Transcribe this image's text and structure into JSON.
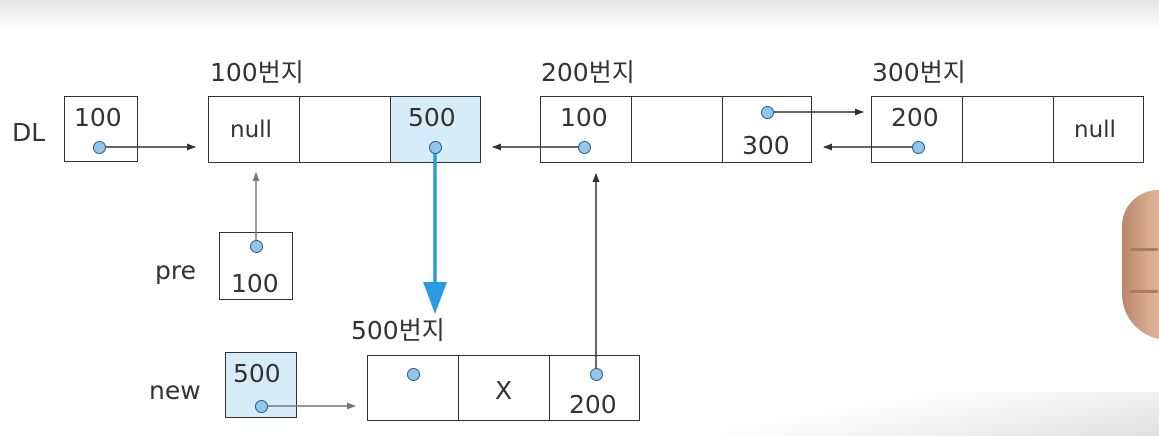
{
  "labels": {
    "dl": "DL",
    "pre": "pre",
    "new": "new",
    "addr100": "100번지",
    "addr200": "200번지",
    "addr300": "300번지",
    "addr500": "500번지"
  },
  "dl_box": {
    "value": "100"
  },
  "pre_box": {
    "value": "100"
  },
  "new_box": {
    "value": "500"
  },
  "node100": {
    "llink": "null",
    "data": "",
    "rlink": "500"
  },
  "node200": {
    "llink": "100",
    "data": "",
    "rlink": "300"
  },
  "node300": {
    "llink": "200",
    "data": "",
    "rlink": "null"
  },
  "node500": {
    "llink": "",
    "data": "X",
    "rlink": "200"
  },
  "colors": {
    "highlight": "#d6ecf8",
    "pointer_dot": "#8fc6ea",
    "new_link_arrow": "#2b9be0",
    "line": "#333333"
  }
}
